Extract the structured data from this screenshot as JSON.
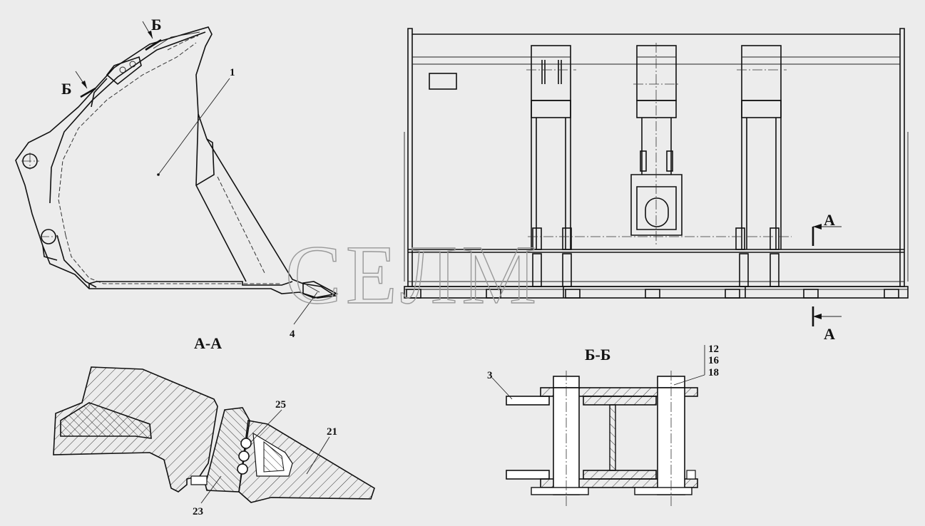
{
  "views": {
    "section_aa_title": "А-А",
    "section_bb_title": "Б-Б"
  },
  "section_marks": {
    "a_top": "А",
    "a_bottom": "А",
    "b_upper": "Б",
    "b_lower": "Б"
  },
  "callouts": {
    "bucket": "1",
    "tooth": "4",
    "adapter_21": "21",
    "pin_23": "23",
    "retainer_25": "25",
    "plate_3": "3",
    "stack": [
      "12",
      "16",
      "18"
    ]
  },
  "watermark": "СЕЛМ"
}
